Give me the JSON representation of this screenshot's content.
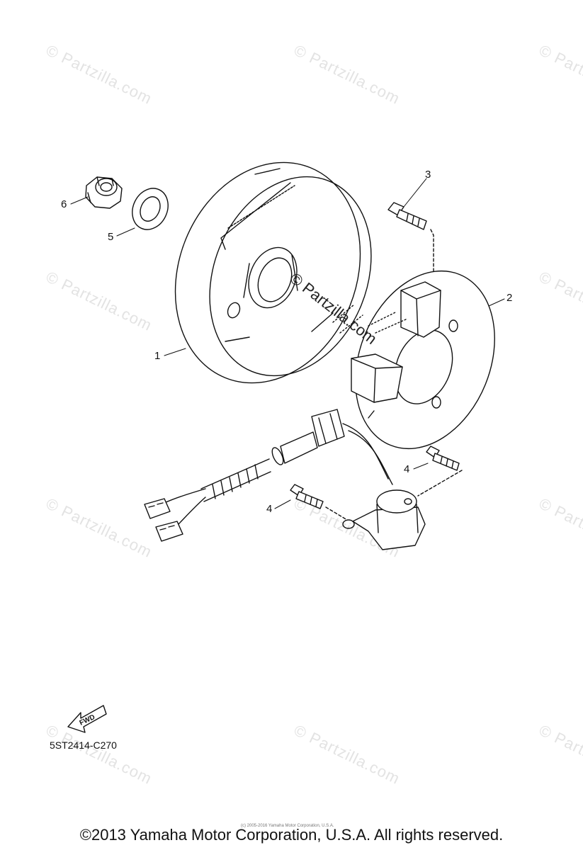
{
  "watermark": {
    "text": "© Partzilla.com"
  },
  "callouts": {
    "c1": "1",
    "c2": "2",
    "c3": "3",
    "c4a": "4",
    "c4b": "4",
    "c5": "5",
    "c6": "6"
  },
  "fwd_label": "FWD",
  "figure_code": "5ST2414-C270",
  "small_note": "(c) 2005-2016 Yamaha Motor Corporation, U.S.A.",
  "copyright": "©2013 Yamaha Motor Corporation, U.S.A. All rights reserved."
}
